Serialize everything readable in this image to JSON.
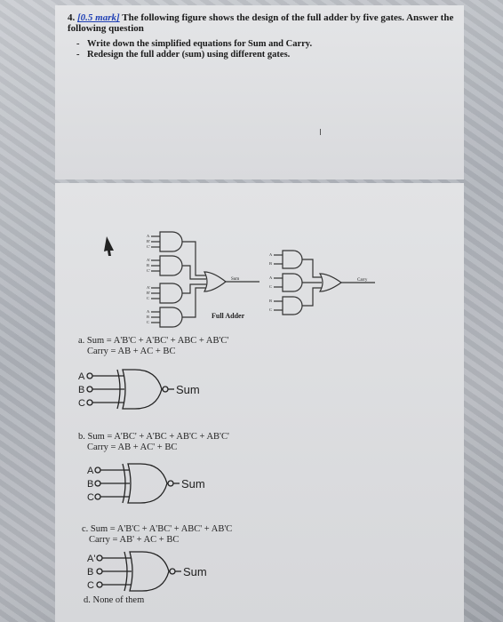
{
  "question": {
    "number": "4.",
    "mark": "[0.5 mark]",
    "text": "The following figure shows the design of the full adder by five gates. Answer the following question",
    "bullets": [
      "Write down the simplified equations for Sum and Carry.",
      "Redesign the full adder (sum) using different gates."
    ]
  },
  "cursor_glyph": "I",
  "diagram": {
    "title": "Full Adder",
    "sum_label": "Sum",
    "carry_label": "Carry",
    "inputs_left": [
      "A",
      "B'",
      "C'",
      "A'",
      "B",
      "C'",
      "A'",
      "B'",
      "C",
      "A",
      "B",
      "C"
    ],
    "inputs_right": [
      "A",
      "B",
      "A",
      "C",
      "B",
      "C"
    ]
  },
  "options": [
    {
      "id": "a",
      "sum": "a. Sum = A'B'C + A'BC' + ABC + AB'C'",
      "carry": "Carry = AB + AC + BC",
      "inputs": [
        "A",
        "B",
        "C"
      ],
      "output": "Sum"
    },
    {
      "id": "b",
      "sum": "b. Sum = A'BC' + A'BC + AB'C + AB'C'",
      "carry": "Carry = AB + AC' + BC",
      "inputs": [
        "A",
        "B",
        "C"
      ],
      "output": "Sum"
    },
    {
      "id": "c",
      "sum": "c. Sum = A'B'C + A'BC' + ABC' + AB'C",
      "carry": "Carry = AB' + AC + BC",
      "inputs": [
        "A'",
        "B",
        "C"
      ],
      "output": "Sum"
    },
    {
      "id": "d",
      "sum": "d. None of them"
    }
  ]
}
